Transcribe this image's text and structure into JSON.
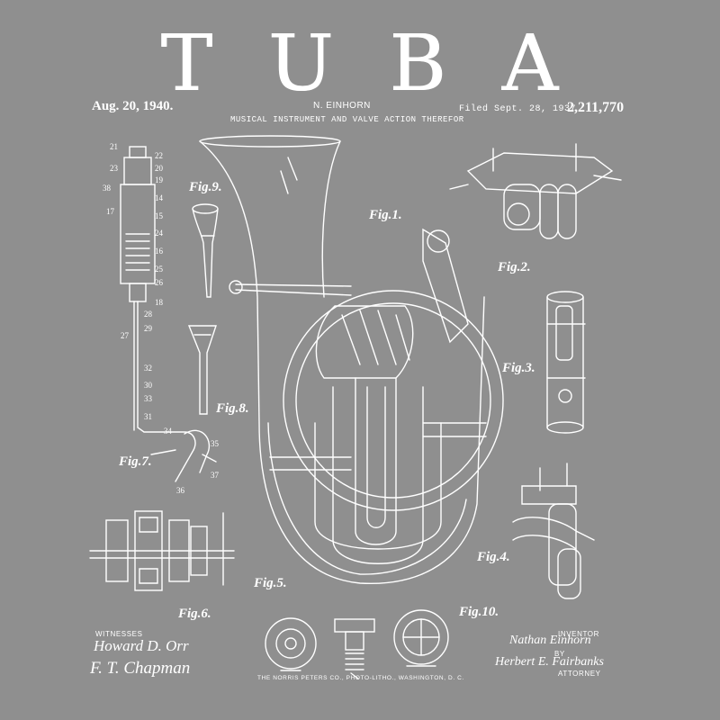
{
  "title_letters": [
    "T",
    "U",
    "B",
    "A"
  ],
  "header": {
    "date": "Aug. 20, 1940.",
    "inventor_name": "N. EINHORN",
    "subtitle": "MUSICAL INSTRUMENT AND VALVE ACTION THEREFOR",
    "filed": "Filed Sept. 28, 1937",
    "patent_number": "2,211,770"
  },
  "figures": {
    "fig1": "Fig.1.",
    "fig2": "Fig.2.",
    "fig3": "Fig.3.",
    "fig4": "Fig.4.",
    "fig5": "Fig.5.",
    "fig6": "Fig.6.",
    "fig7": "Fig.7.",
    "fig8": "Fig.8.",
    "fig9": "Fig.9.",
    "fig10": "Fig.10."
  },
  "footer": {
    "witnesses_label": "WITNESSES",
    "witness1": "Howard D. Orr",
    "witness2": "F. T. Chapman",
    "printer": "THE NORRIS PETERS CO., PHOTO-LITHO., WASHINGTON, D. C.",
    "inventor_label": "INVENTOR",
    "inventor_signature": "Nathan Einhorn",
    "by_label": "BY",
    "attorney_signature": "Herbert E. Fairbanks",
    "attorney_label": "ATTORNEY"
  },
  "colors": {
    "background": "#8f8f8f",
    "ink": "#ffffff"
  }
}
